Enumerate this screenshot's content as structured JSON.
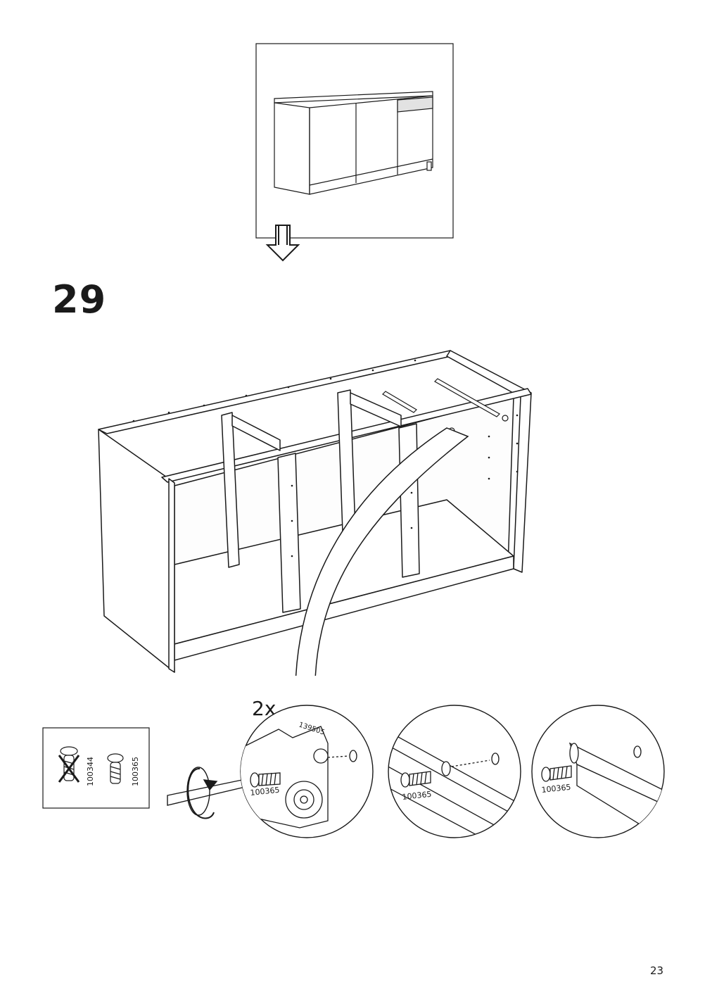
{
  "step": {
    "number": "29",
    "quantity": "2x"
  },
  "parts": {
    "excluded_screw_code": "100344",
    "screw_code": "100365",
    "fitting_code": "139505"
  },
  "detail_labels": [
    "100365",
    "100365",
    "100365"
  ],
  "page_number": "23"
}
